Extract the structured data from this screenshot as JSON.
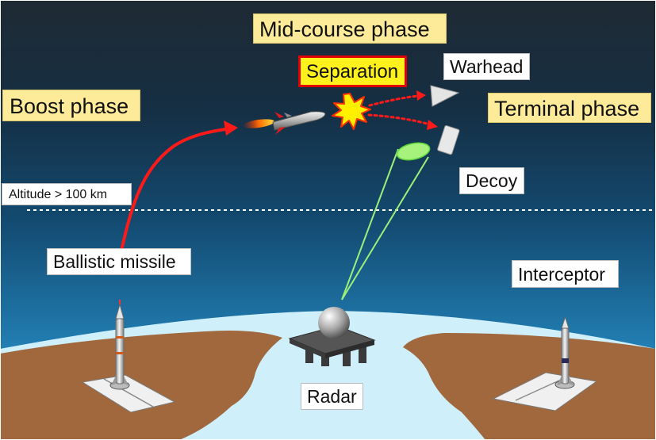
{
  "labels": {
    "mid_course_phase": "Mid-course phase",
    "separation": "Separation",
    "warhead": "Warhead",
    "boost_phase": "Boost phase",
    "terminal_phase": "Terminal phase",
    "decoy": "Decoy",
    "altitude": "Altitude > 100 km",
    "ballistic_missile": "Ballistic missile",
    "interceptor": "Interceptor",
    "radar": "Radar"
  },
  "colors": {
    "sky_top": "#1f2a33",
    "sky_mid": "#13466a",
    "sky_low": "#2f9ad2",
    "ocean": "#cfeffb",
    "land": "#a0683c",
    "phase_label": "#fdeb9a",
    "separation_label": "#fff21c",
    "separation_border": "#e00000",
    "trajectory": "#ff1a1a",
    "radar_beam": "#9cf07a"
  }
}
